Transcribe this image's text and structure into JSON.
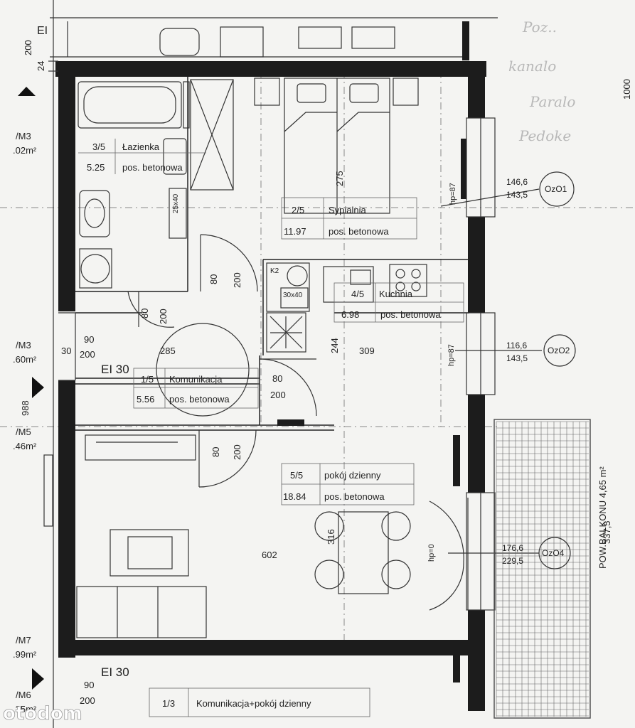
{
  "rooms": [
    {
      "id": "lazienka",
      "code": "3/5",
      "name": "Łazienka",
      "area": "5.25",
      "floor": "pos. betonowa"
    },
    {
      "id": "sypialnia",
      "code": "2/5",
      "name": "Sypialnia",
      "area": "11.97",
      "floor": "pos. betonowa"
    },
    {
      "id": "kuchnia",
      "code": "4/5",
      "name": "Kuchnia",
      "area": "6.98",
      "floor": "pos. betonowa"
    },
    {
      "id": "komunikacja",
      "code": "1/5",
      "name": "Komunikacja",
      "area": "5.56",
      "floor": "pos. betonowa"
    },
    {
      "id": "pokoj",
      "code": "5/5",
      "name": "pokój dzienny",
      "area": "18.84",
      "floor": "pos. betonowa"
    }
  ],
  "bottom_room": {
    "code": "1/3",
    "name": "Komunikacja+pokój dzienny"
  },
  "dimensions": {
    "bed_depth": "275",
    "d244": "244",
    "d309": "309",
    "d285": "285",
    "d602": "602",
    "d316": "316",
    "d988": "988",
    "d337": "337,5",
    "d200_top": "200",
    "d24": "24",
    "d30": "30",
    "d1000": "1000"
  },
  "doors": {
    "bath_a": "80",
    "bath_b": "200",
    "hall_a": "80",
    "hall_b": "200",
    "kitchen_a": "80",
    "kitchen_b": "200",
    "living_a": "80",
    "living_b": "200",
    "entry_a": "90",
    "entry_b": "200",
    "bottom_a": "90",
    "bottom_b": "200"
  },
  "fire_ratings": {
    "upper": "EI 30",
    "lower": "EI 30"
  },
  "appliances": {
    "box1": "25x40",
    "box2": "30x40",
    "k2": "K2"
  },
  "windows": [
    {
      "tag": "OzO1",
      "top": "146,6",
      "bottom": "143,5",
      "hp": "hp=87"
    },
    {
      "tag": "OzO2",
      "top": "116,6",
      "bottom": "143,5",
      "hp": "hp=87"
    },
    {
      "tag": "OzO4",
      "top": "176,6",
      "bottom": "229,5",
      "hp": "hp=0"
    }
  ],
  "balcony": {
    "label": "POW.BALKONU 4,65 m²"
  },
  "left_margin": [
    {
      "code": "/M3",
      "area": ".02m²"
    },
    {
      "code": "/M3",
      "area": ".60m²"
    },
    {
      "code": "/M5",
      "area": ".46m²"
    },
    {
      "code": "/M7",
      "area": ".99m²"
    },
    {
      "code": "/M6",
      "area": ".35m²"
    }
  ],
  "header_fragment": "EI",
  "handwriting": [
    "Poz..",
    "kanalo",
    "Paralo",
    "Pedoke"
  ],
  "watermark": "otodom"
}
